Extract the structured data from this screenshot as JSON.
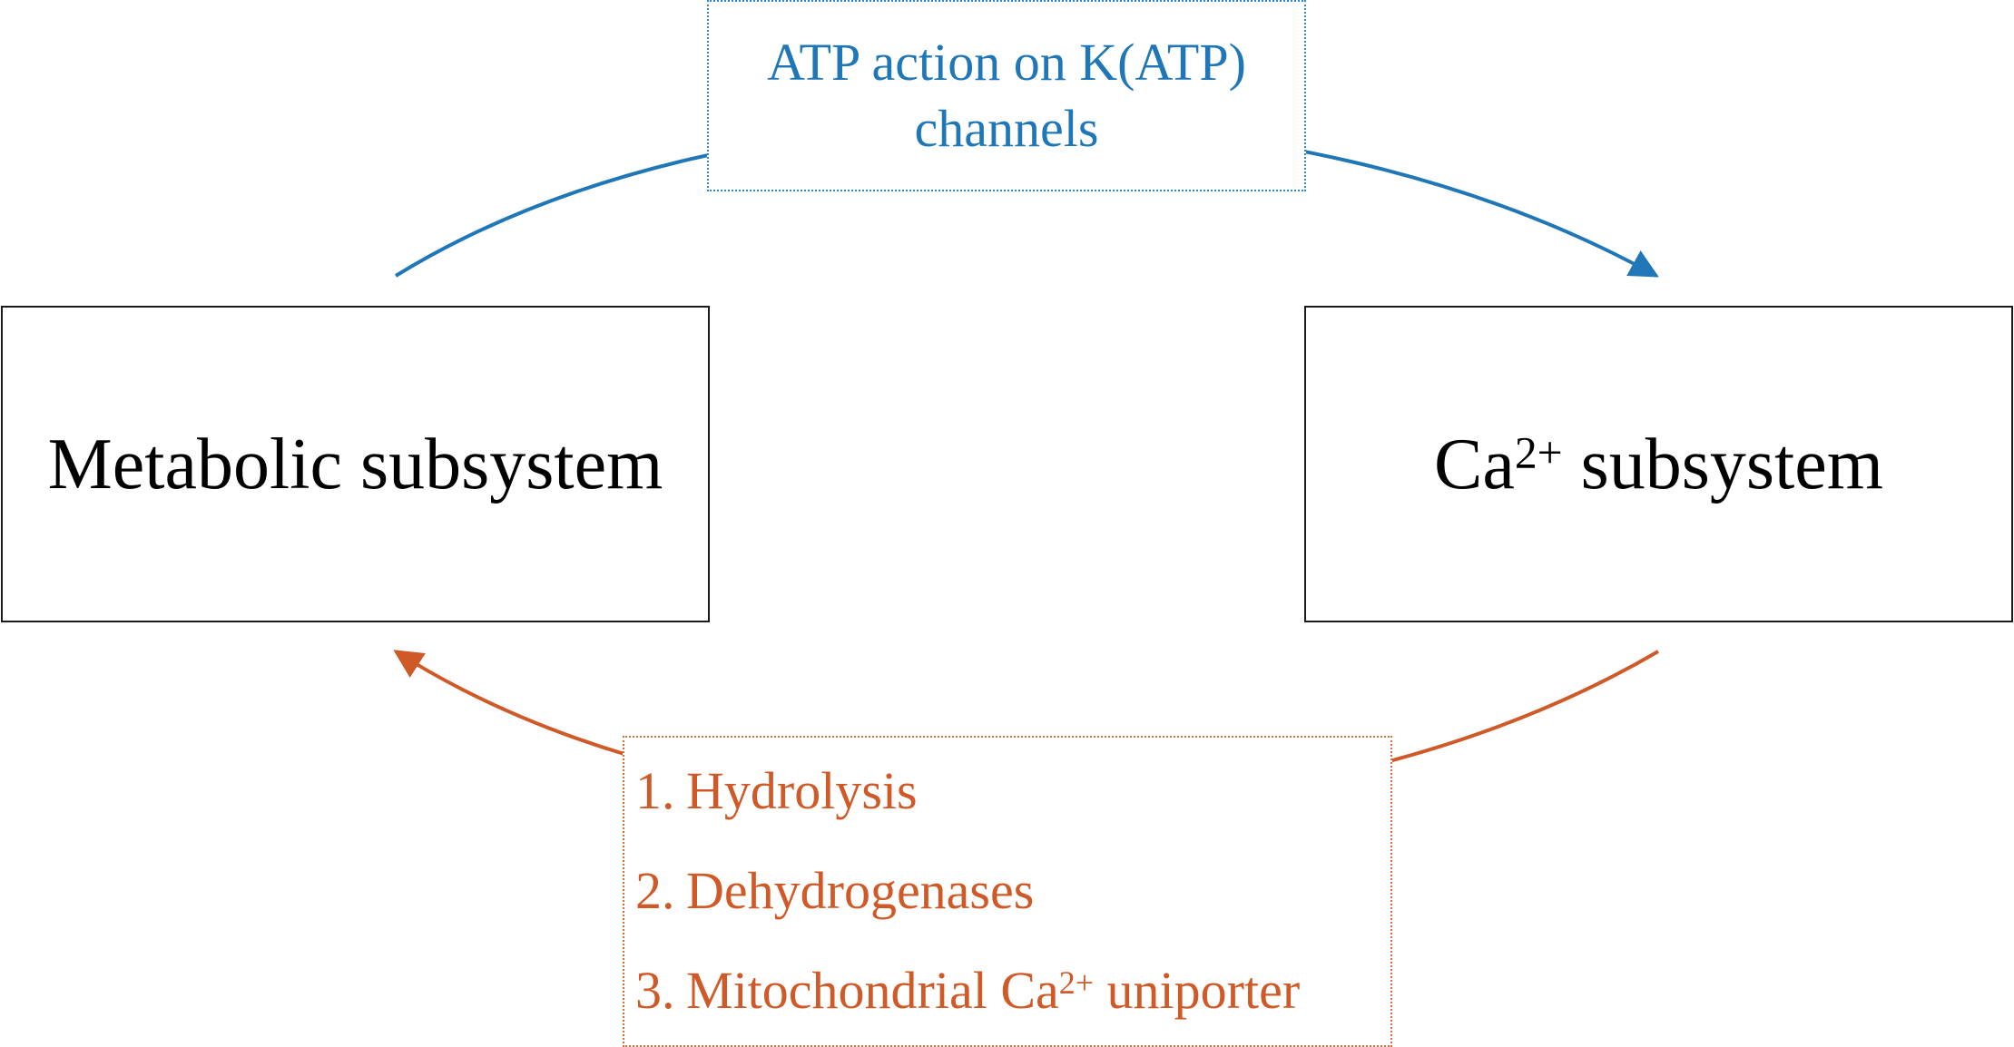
{
  "nodes": {
    "metabolic": {
      "label": "Metabolic subsystem"
    },
    "calcium": {
      "prefix": "Ca",
      "superscript": "2+",
      "suffix": " subsystem"
    }
  },
  "edges": {
    "forward": {
      "color": "#1f77b8",
      "label": "ATP action on K(ATP) channels"
    },
    "feedback": {
      "color": "#cf5a28",
      "items": [
        {
          "number": "1.",
          "text": "Hydrolysis"
        },
        {
          "number": "2.",
          "text": "Dehydrogenases"
        },
        {
          "number": "3.",
          "text_prefix": "Mitochondrial Ca",
          "superscript": "2+",
          "text_suffix": " uniporter"
        }
      ]
    }
  }
}
